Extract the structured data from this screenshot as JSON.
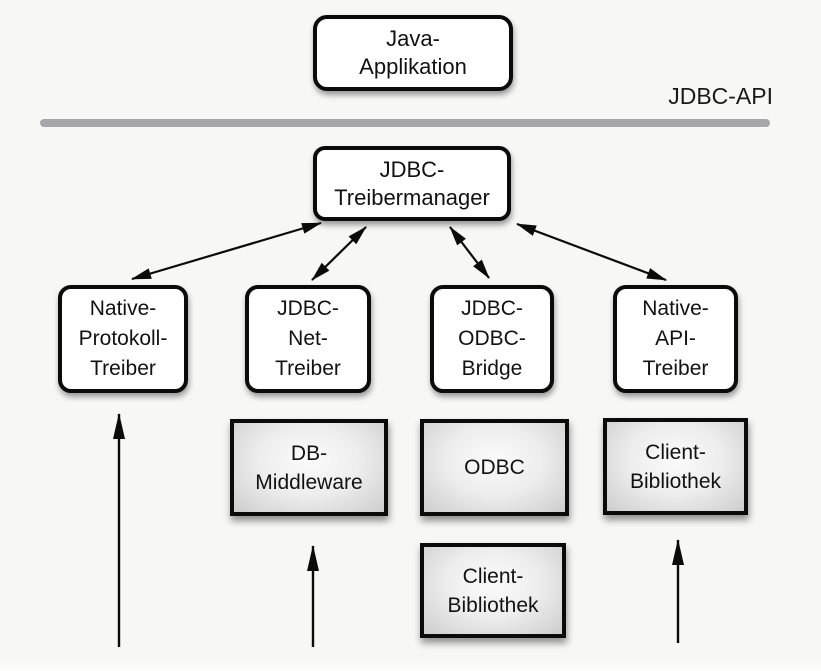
{
  "api_label": "JDBC-API",
  "nodes": {
    "java_app": {
      "lines": [
        "Java-",
        "Applikation"
      ]
    },
    "treibermanager": {
      "lines": [
        "JDBC-",
        "Treibermanager"
      ]
    },
    "native_protokoll_treiber": {
      "lines": [
        "Native-",
        "Protokoll-",
        "Treiber"
      ]
    },
    "jdbc_net_treiber": {
      "lines": [
        "JDBC-",
        "Net-",
        "Treiber"
      ]
    },
    "jdbc_odbc_bridge": {
      "lines": [
        "JDBC-",
        "ODBC-",
        "Bridge"
      ]
    },
    "native_api_treiber": {
      "lines": [
        "Native-",
        "API-",
        "Treiber"
      ]
    },
    "db_middleware": {
      "lines": [
        "DB-",
        "Middleware"
      ]
    },
    "odbc": {
      "lines": [
        "ODBC"
      ]
    },
    "client_bibliothek_odbc": {
      "lines": [
        "Client-",
        "Bibliothek"
      ]
    },
    "client_bibliothek_native": {
      "lines": [
        "Client-",
        "Bibliothek"
      ]
    }
  },
  "colors": {
    "background": "#f7f7f6",
    "box_border": "#0b0b0b",
    "white_box_fill": "#ffffff",
    "gray_box_center": "#fbfbfb",
    "gray_box_edge": "#cdcdcd",
    "divider": "#a7a7ab",
    "arrow": "#0b0b0b",
    "text": "#121212"
  }
}
